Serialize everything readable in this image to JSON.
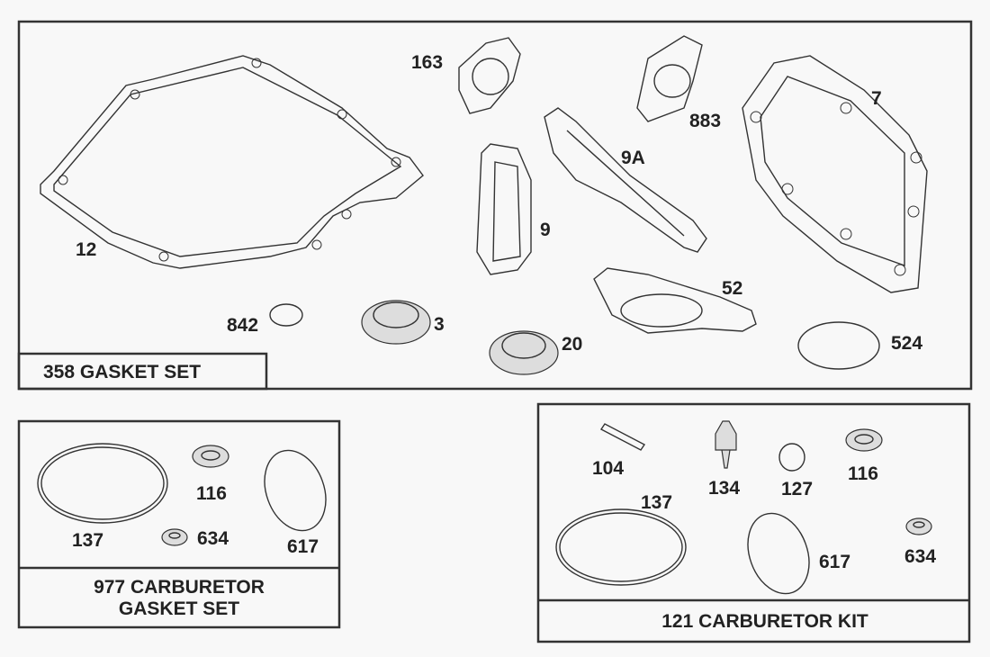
{
  "kits": {
    "gasket_set": {
      "title": "358 GASKET SET",
      "parts": [
        "163",
        "883",
        "7",
        "9A",
        "12",
        "9",
        "52",
        "842",
        "3",
        "20",
        "524"
      ]
    },
    "carburetor_gasket_set": {
      "title_line1": "977 CARBURETOR",
      "title_line2": "GASKET SET",
      "parts": [
        "116",
        "137",
        "634",
        "617"
      ]
    },
    "carburetor_kit": {
      "title": "121 CARBURETOR KIT",
      "parts": [
        "104",
        "134",
        "127",
        "116",
        "137",
        "617",
        "634"
      ]
    }
  }
}
